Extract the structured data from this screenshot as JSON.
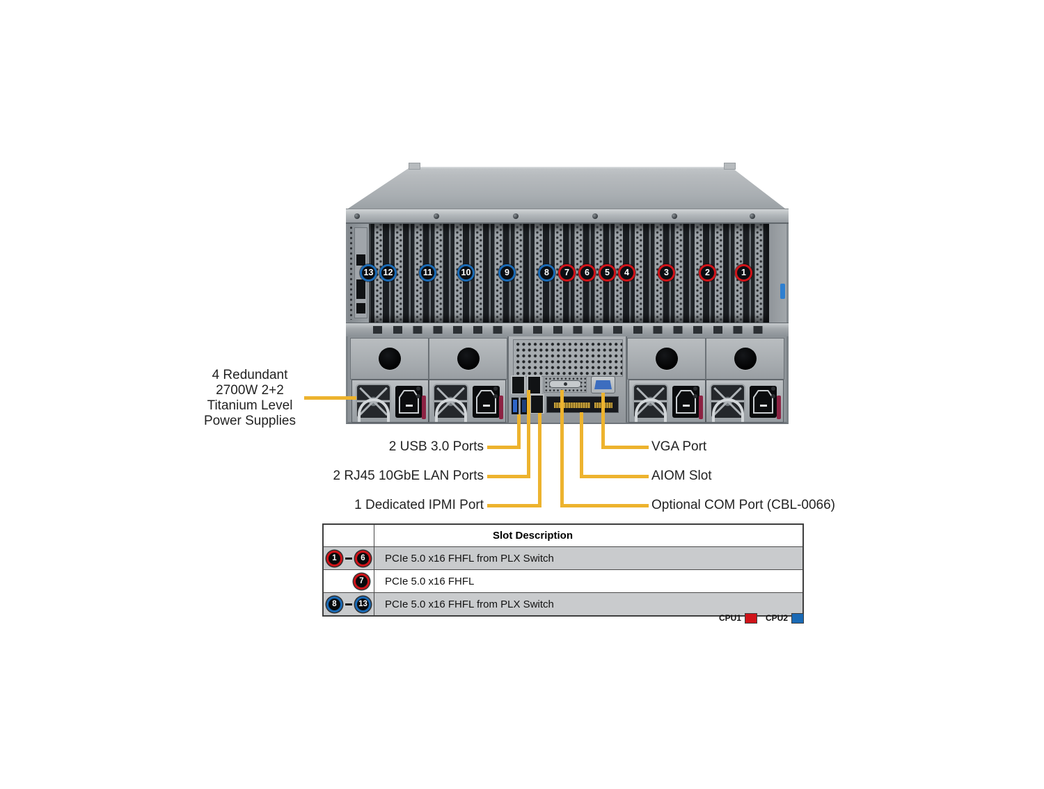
{
  "colors": {
    "cpu1": "#d01319",
    "cpu2": "#1a6ab5",
    "line": "#edb32e"
  },
  "chassis": {
    "slot_numbers": [
      {
        "num": "13",
        "cpu": "cpu2"
      },
      {
        "num": "12",
        "cpu": "cpu2"
      },
      {
        "num": "11",
        "cpu": "cpu2"
      },
      {
        "num": "10",
        "cpu": "cpu2"
      },
      {
        "num": "9",
        "cpu": "cpu2"
      },
      {
        "num": "8",
        "cpu": "cpu2"
      },
      {
        "num": "7",
        "cpu": "cpu1"
      },
      {
        "num": "6",
        "cpu": "cpu1"
      },
      {
        "num": "5",
        "cpu": "cpu1"
      },
      {
        "num": "4",
        "cpu": "cpu1"
      },
      {
        "num": "3",
        "cpu": "cpu1"
      },
      {
        "num": "2",
        "cpu": "cpu1"
      },
      {
        "num": "1",
        "cpu": "cpu1"
      }
    ]
  },
  "callouts": {
    "psu": {
      "lines": [
        "4 Redundant",
        "2700W 2+2",
        "Titanium Level",
        "Power Supplies"
      ]
    },
    "left": [
      {
        "label": "2 USB 3.0 Ports"
      },
      {
        "label": "2 RJ45 10GbE LAN Ports"
      },
      {
        "label": "1 Dedicated IPMI Port"
      }
    ],
    "right": [
      {
        "label": "VGA Port"
      },
      {
        "label": "AIOM Slot"
      },
      {
        "label": "Optional COM Port (CBL-0066)"
      }
    ]
  },
  "slot_table": {
    "header": "Slot Description",
    "rows": [
      {
        "badge": {
          "from": "1",
          "to": "6",
          "cpu": "cpu1"
        },
        "desc": "PCIe 5.0 x16 FHFL from PLX Switch",
        "shaded": true
      },
      {
        "badge": {
          "from": "7",
          "cpu": "cpu1"
        },
        "desc": "PCIe 5.0 x16 FHFL",
        "shaded": false
      },
      {
        "badge": {
          "from": "8",
          "to": "13",
          "cpu": "cpu2"
        },
        "desc": "PCIe 5.0 x16 FHFL from PLX Switch",
        "shaded": true
      }
    ]
  },
  "legend": [
    {
      "label": "CPU1",
      "cpu": "cpu1"
    },
    {
      "label": "CPU2",
      "cpu": "cpu2"
    }
  ]
}
